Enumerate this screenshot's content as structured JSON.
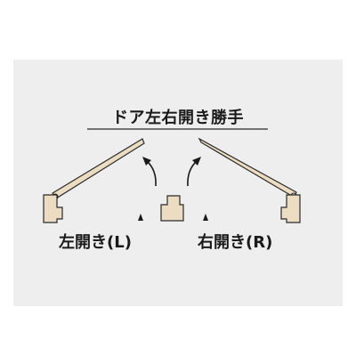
{
  "diagram": {
    "title": "ドア左右開き勝手",
    "left_label": "左開き(L)",
    "right_label": "右開き(R)"
  },
  "colors": {
    "panel_background": "#eeeeee",
    "door_fill": "#ecdcc1",
    "outline": "#2a2a2a",
    "text": "#1a1a1a"
  }
}
